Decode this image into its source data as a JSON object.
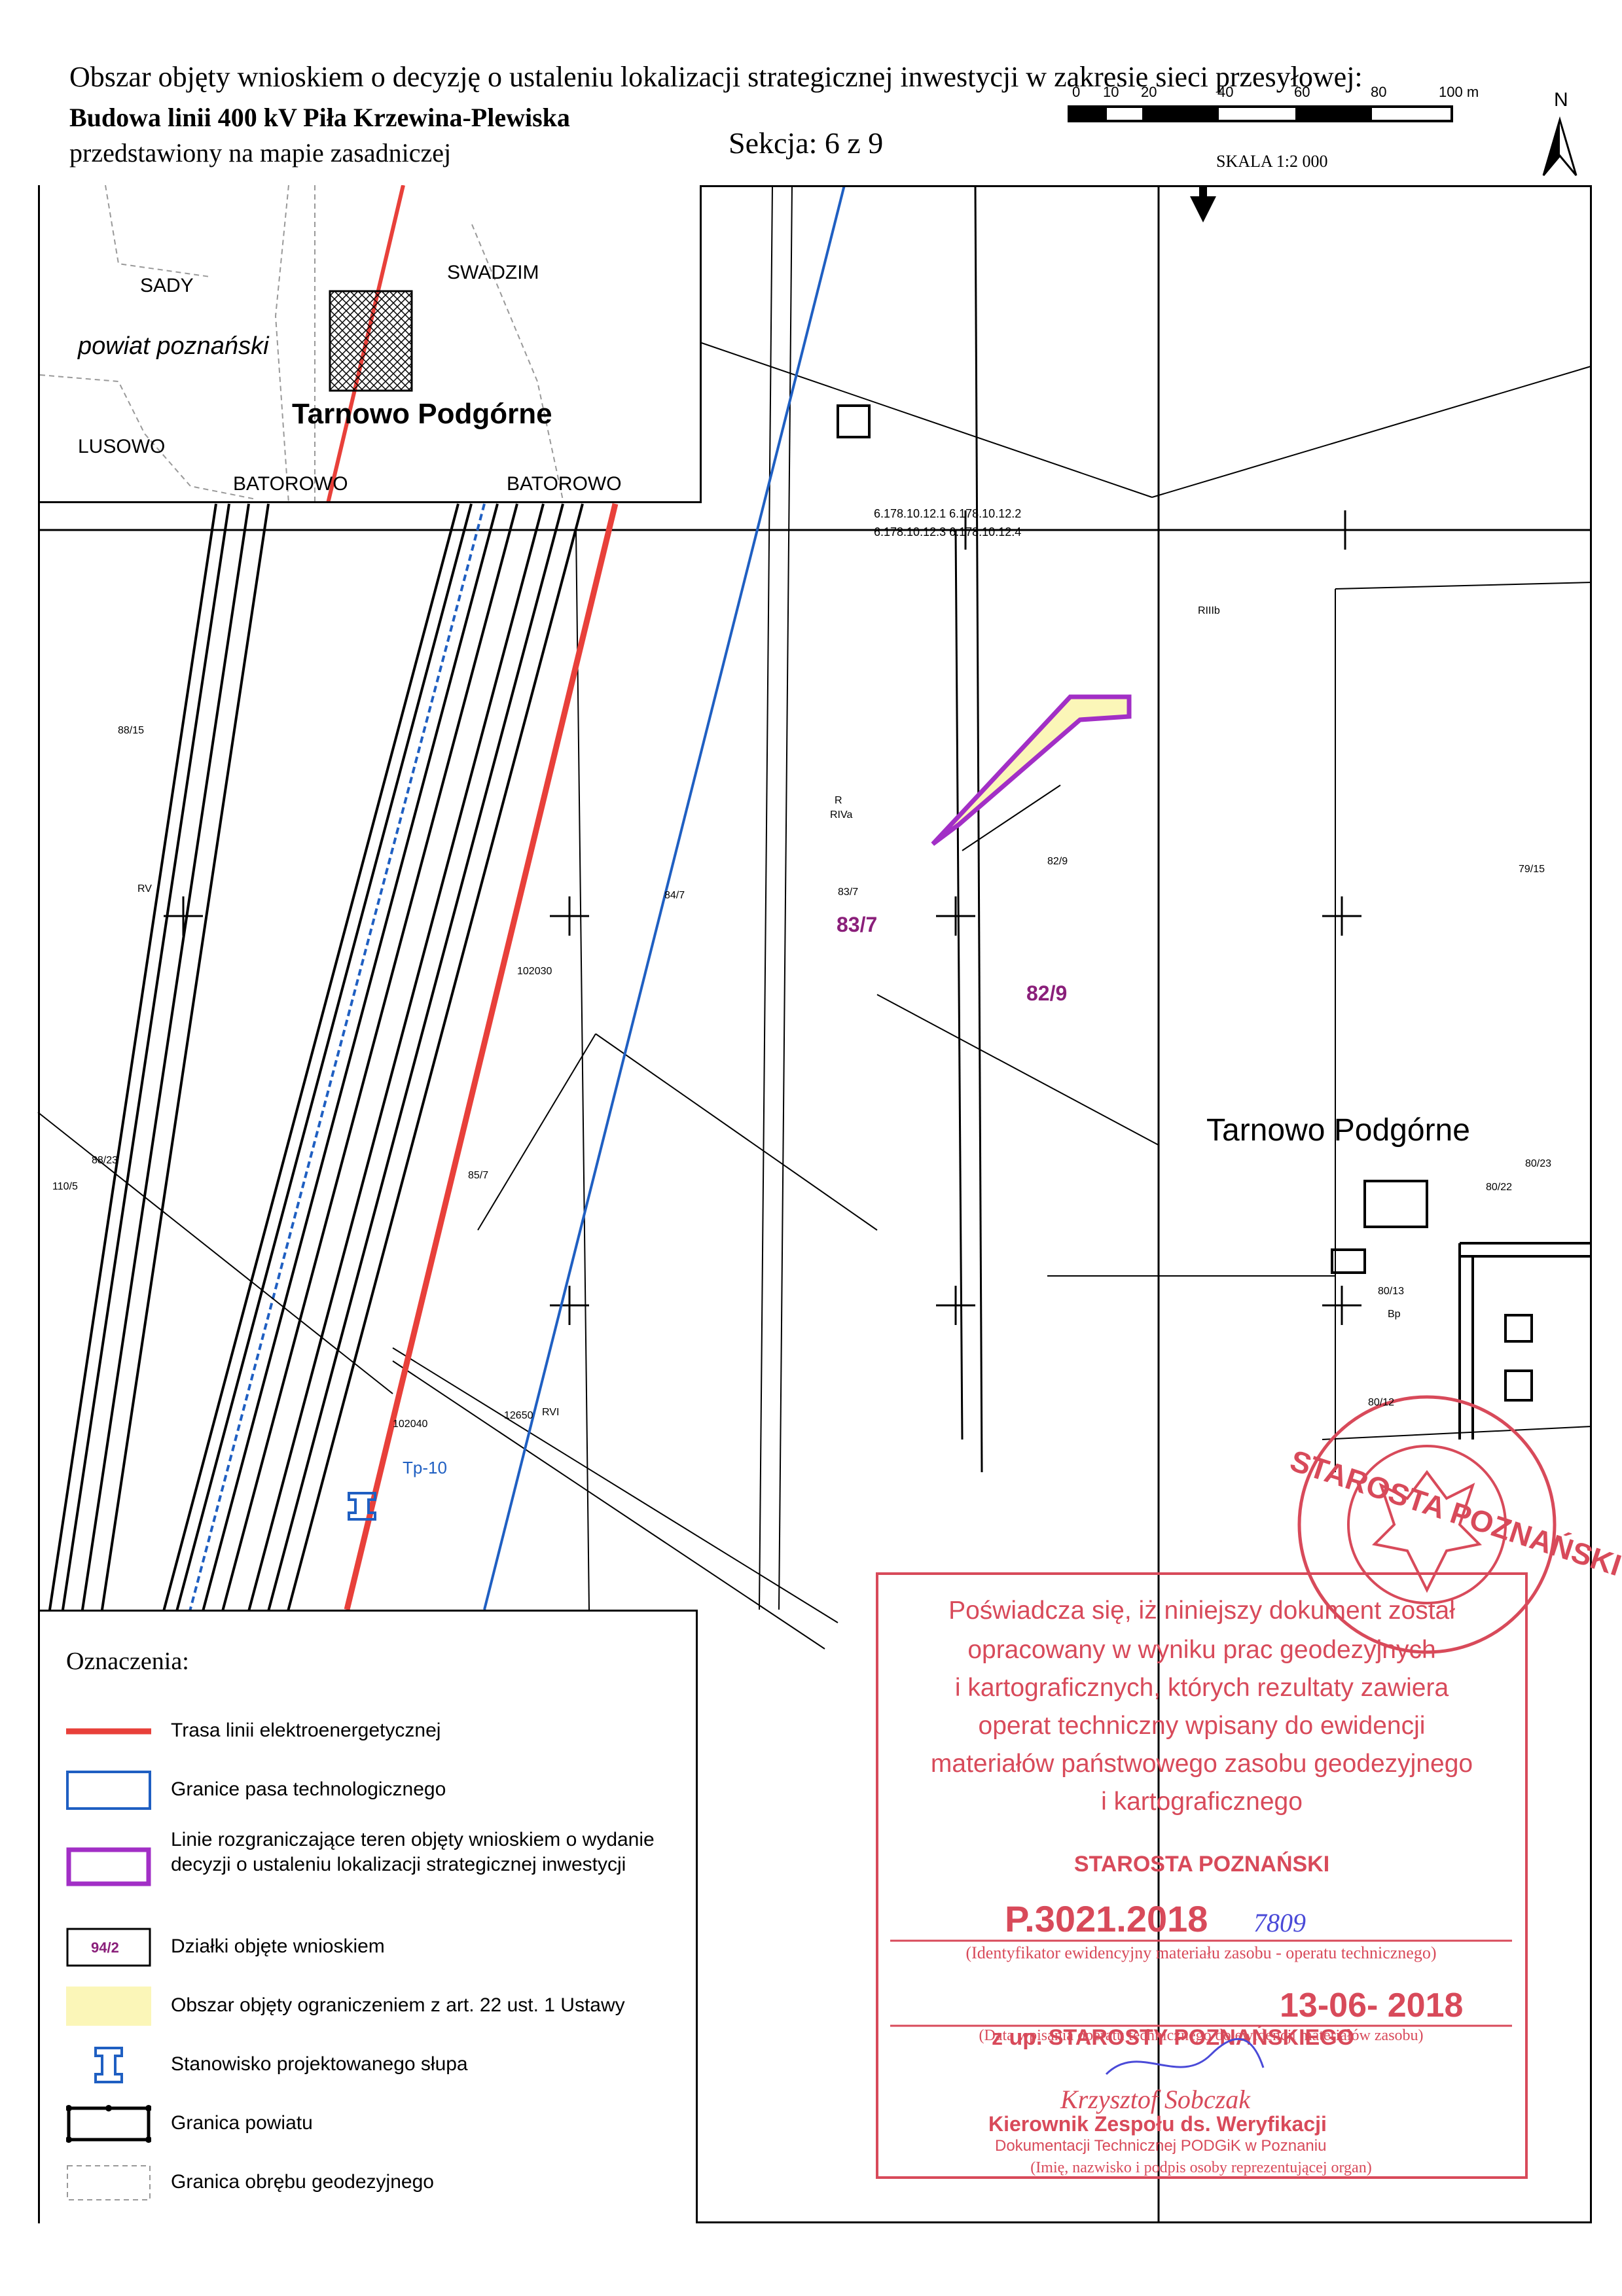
{
  "header": {
    "title": "Obszar objęty wnioskiem o decyzję o ustaleniu lokalizacji strategicznej inwestycji w zakresie sieci przesyłowej:",
    "subtitle": "Budowa linii 400 kV Piła Krzewina-Plewiska",
    "base_map": "przedstawiony na mapie zasadniczej",
    "section": "Sekcja: 6 z 9"
  },
  "scale": {
    "ticks": [
      "0",
      "10",
      "20",
      "40",
      "60",
      "80",
      "100 m"
    ],
    "caption": "SKALA 1:2 000",
    "north": "N"
  },
  "inset": {
    "labels": [
      "SADY",
      "SWADZIM",
      "powiat poznański",
      "Tarnowo Podgórne",
      "LUSOWO",
      "BATOROWO",
      "BATOROWO"
    ]
  },
  "map": {
    "parcels": {
      "p1": "83/7",
      "p2": "82/9"
    },
    "town": "Tarnowo Podgórne",
    "pole": "Tp-10",
    "refs": {
      "r1": "6.178.10.12.1",
      "r2": "6.178.10.12.2",
      "r3": "6.178.10.12.3",
      "r4": "6.178.10.12.4"
    },
    "small_labels": {
      "a": "88/15",
      "b": "84/7",
      "c": "83/7",
      "d": "82/9",
      "e": "79/15",
      "f": "80/22",
      "g": "80/23",
      "h": "80/13",
      "i": "80/12",
      "j": "110/5",
      "k": "102030",
      "l": "102040",
      "m": "12650",
      "n": "R",
      "o": "RV",
      "p": "RIVa",
      "q": "RIIIb",
      "r": "RVI",
      "s": "Bp",
      "t": "85/7",
      "u": "88/23"
    }
  },
  "legend": {
    "title": "Oznaczenia:",
    "items": [
      "Trasa linii elektroenergetycznej",
      "Granice pasa technologicznego",
      "Linie rozgraniczające teren objęty wnioskiem o wydanie decyzji o ustaleniu lokalizacji strategicznej inwestycji",
      "Działki objęte wnioskiem",
      "Obszar objęty ograniczeniem z art. 22 ust. 1 Ustawy",
      "Stanowisko projektowanego słupa",
      "Granica powiatu",
      "Granica obrębu geodezyjnego"
    ],
    "parcel_sample": "94/2"
  },
  "stamp": {
    "seal": "STAROSTA POZNAŃSKI",
    "lines": [
      "Poświadcza się, iż niniejszy dokument został",
      "opracowany w wyniku prac geodezyjnych",
      "i kartograficznych, których rezultaty zawiera",
      "operat techniczny wpisany do ewidencji",
      "materiałów państwowego zasobu geodezyjnego",
      "i kartograficznego"
    ],
    "starosta": "STAROSTA POZNAŃSKI",
    "operat": "P.3021.2018",
    "operat_hand": "7809",
    "identifier_note": "(Identyfikator ewidencyjny materiału zasobu - operatu technicznego)",
    "date": "13-06- 2018",
    "date_note": "(Data wpisania operatu technicznego do ewidencji materiałów zasobu)",
    "on_behalf": "z up. STAROSTY POZNAŃSKIEGO",
    "signature": "Krzysztof Sobczak",
    "position": "Kierownik Zespołu ds. Weryfikacji",
    "department": "Dokumentacji Technicznej PODGiK w Poznaniu",
    "name_note": "(Imię, nazwisko i podpis osoby reprezentującej organ)"
  },
  "colors": {
    "route": "#e8403a",
    "belt": "#1f5fc2",
    "boundary": "#a22fc6",
    "restriction": "#fbf6b8",
    "parcel_text": "#8a1f7a",
    "stamp": "#d84a5a"
  }
}
